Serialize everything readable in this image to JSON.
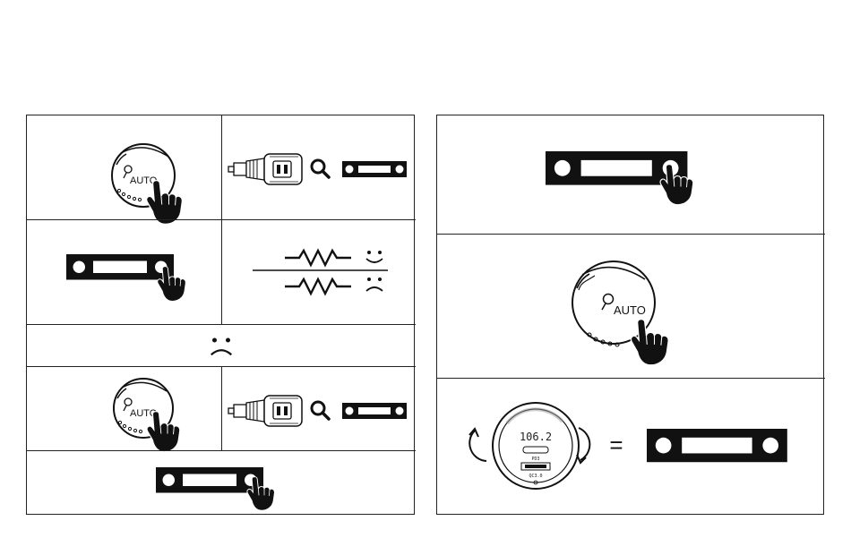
{
  "left_panel": {
    "step1": {
      "button_label": "AUTO",
      "icon": "auto-button-knob"
    },
    "step2": {
      "icon": "car-charger-plug",
      "search_icon": "magnifier-icon",
      "target": "car-radio"
    },
    "step3": {
      "icon": "car-radio-press-button"
    },
    "step4": {
      "icon": "signal-comparison",
      "good": "happy-face-icon",
      "bad": "sad-face-icon"
    },
    "step5": {
      "icon": "sad-face-icon"
    },
    "step6": {
      "button_label": "AUTO",
      "icon": "auto-button-knob"
    },
    "step7": {
      "icon": "car-charger-plug",
      "search_icon": "magnifier-icon",
      "target": "car-radio"
    },
    "step8": {
      "icon": "car-radio-press-button"
    }
  },
  "right_panel": {
    "step1": {
      "icon": "car-radio-press-button"
    },
    "step2": {
      "button_label": "AUTO",
      "icon": "auto-button-knob"
    },
    "step3": {
      "device_display": "106.2",
      "device_usb_label": "PD3",
      "device_bottom_label": "QC3.0",
      "equals": "=",
      "icons": [
        "rotate-left-icon",
        "rotate-right-icon",
        "car-radio"
      ]
    }
  }
}
